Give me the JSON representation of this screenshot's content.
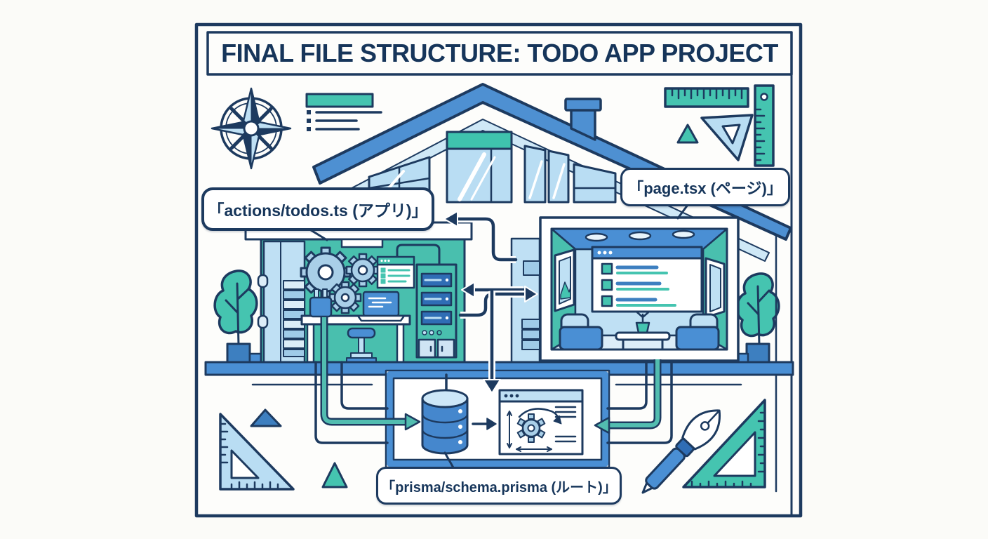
{
  "title": "FINAL FILE STRUCTURE: TODO APP PROJECT",
  "labels": {
    "actions_todos": "「actions/todos.ts (アプリ)」",
    "page_tsx": "「page.tsx (ページ)」",
    "prisma_schema": "「prisma/schema.prisma (ルート)」"
  },
  "colors": {
    "outline_navy": "#1d3a5f",
    "roof_blue": "#4e90d2",
    "floor_blue": "#4a8fd4",
    "slot_blue": "#2f6db5",
    "light_blue": "#bfe0f4",
    "pale_blue": "#dcedf8",
    "window_blue": "#b9ddf3",
    "teal_room": "#49bfae",
    "teal_accent": "#45c4b0",
    "white": "#ffffff",
    "background": "#fbfbf8"
  },
  "icons": [
    "compass-rose-icon",
    "legend-list-icon",
    "ruler-horizontal-icon",
    "ruler-vertical-icon",
    "set-square-icon",
    "triangle-icon",
    "tree-icon",
    "gear-icon",
    "browser-window-icon",
    "laptop-icon",
    "server-rack-icon",
    "plug-icon",
    "desk-icon",
    "stool-icon",
    "todo-list-screen-icon",
    "ceiling-light-icon",
    "picture-frame-icon",
    "armchair-icon",
    "coffee-table-icon",
    "plant-icon",
    "database-icon",
    "schema-blueprint-icon",
    "fountain-pen-icon",
    "chimney-icon",
    "flow-arrow-icon"
  ]
}
